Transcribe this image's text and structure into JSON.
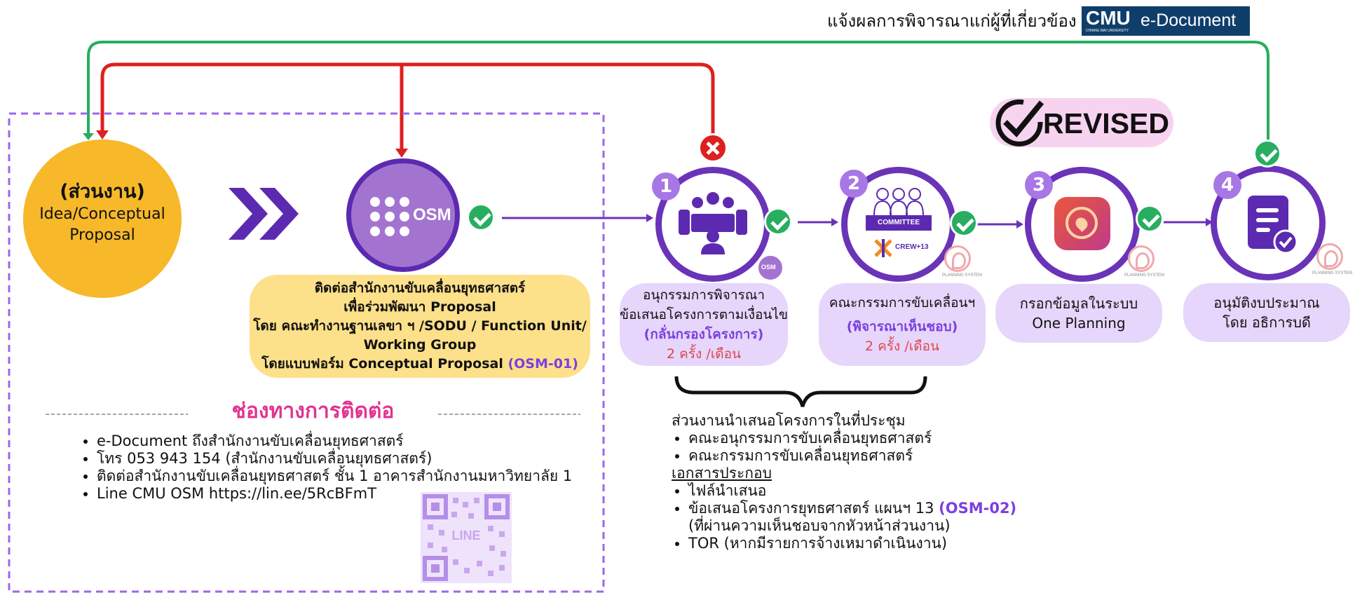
{
  "header": {
    "notify_text": "แจ้งผลการพิจารณาแก่ผู้ที่เกี่ยวข้อง",
    "logo_cmu": "CMU",
    "logo_sub": "CHIANG MAI UNIVERSITY",
    "logo_edoc": "e-Document"
  },
  "start": {
    "title": "(ส่วนงาน)",
    "line1": "Idea/Conceptual",
    "line2": "Proposal"
  },
  "osm": {
    "logo_text": "OSM",
    "box_lines": [
      "ติดต่อสำนักงานขับเคลื่อนยุทธศาสตร์",
      "เพื่อร่วมพัฒนา Proposal",
      "โดย คณะทำงานฐานเลขา ฯ /SODU / Function Unit/",
      "Working Group"
    ],
    "box_last_prefix": "โดยแบบฟอร์ม Conceptual Proposal ",
    "box_last_code": "(OSM-01)"
  },
  "contact": {
    "title": "ช่องทางการติดต่อ",
    "items": [
      "e-Document ถึงสำนักงานขับเคลื่อนยุทธศาสตร์",
      "โทร 053 943 154 (สำนักงานขับเคลื่อนยุทธศาสตร์)",
      "ติดต่อสำนักงานขับเคลื่อนยุทธศาสตร์ ชั้น 1 อาคารสำนักงานมหาวิทยาลัย 1",
      "Line CMU OSM https://lin.ee/5RcBFmT"
    ],
    "qr_label": "LINE"
  },
  "steps": [
    {
      "num": "1",
      "lines": [
        "อนุกรรมการพิจารณา",
        "ข้อเสนอโครงการตามเงื่อนไข"
      ],
      "highlight": "(กลั่นกรองโครงการ)",
      "freq": "2 ครั้ง /เดือน",
      "badge_text": "OSM"
    },
    {
      "num": "2",
      "lines": [
        "คณะกรรมการขับเคลื่อนฯ"
      ],
      "highlight": "(พิจารณาเห็นชอบ)",
      "freq": "2 ครั้ง /เดือน",
      "committee": "COMMITTEE",
      "crew": "CREW+13"
    },
    {
      "num": "3",
      "lines": [
        "กรอกข้อมูลในระบบ",
        "One Planning"
      ]
    },
    {
      "num": "4",
      "lines": [
        "อนุมัติงบประมาณ",
        "โดย อธิการบดี"
      ]
    }
  ],
  "planning_caption": "PLANNING SYSTEM",
  "revised": "REVISED",
  "meeting": {
    "intro": "ส่วนงานนำเสนอโครงการในที่ประชุม",
    "committees": [
      "คณะอนุกรรมการขับเคลื่อนยุทธศาสตร์",
      "คณะกรรมการขับเคลื่อนยุทธศาสตร์"
    ],
    "docs_title": "เอกสารประกอบ",
    "doc1": "ไฟล์นำเสนอ",
    "doc2_prefix": "ข้อเสนอโครงการยุทธศาสตร์ แผนฯ 13 ",
    "doc2_code": "(OSM-02)",
    "doc2_note": "(ที่ผ่านความเห็นชอบจากหัวหน้าส่วนงาน)",
    "doc3": "TOR (หากมีรายการจ้างเหมาดำเนินงาน)"
  },
  "colors": {
    "purple": "#6a33b8",
    "light_purple": "#e6d6fb",
    "yellow": "#f7b829",
    "cream": "#fde08a",
    "green": "#27ae60",
    "red": "#dd2020",
    "pink": "#e2338f",
    "navy": "#0f3e6b"
  }
}
